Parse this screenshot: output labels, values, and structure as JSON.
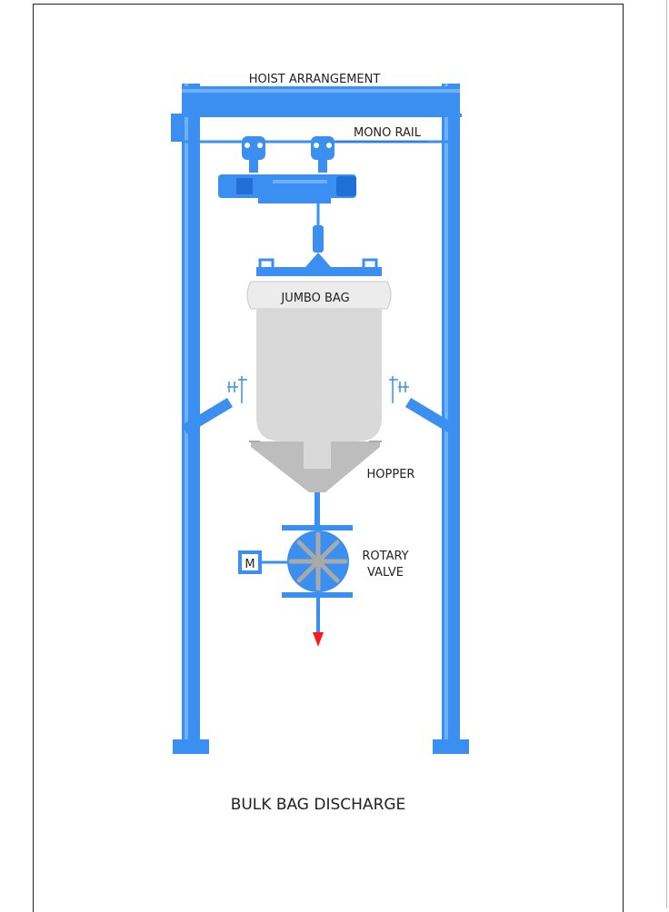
{
  "title": "BULK BAG DISCHARGE",
  "labels": {
    "hoist": "HOIST ARRANGEMENT",
    "rail": "MONO RAIL",
    "bag": "JUMBO BAG",
    "hopper": "HOPPER",
    "valve_line1": "ROTARY",
    "valve_line2": "VALVE",
    "motor": "M"
  },
  "colors": {
    "frame": "#3b8ff0",
    "frame_dark": "#1f6fd6",
    "bag": "#d9d9d9",
    "hopper": "#bdbdbd",
    "spokes": "#a9a9a9",
    "flow_arrow": "#ff1a1a"
  }
}
